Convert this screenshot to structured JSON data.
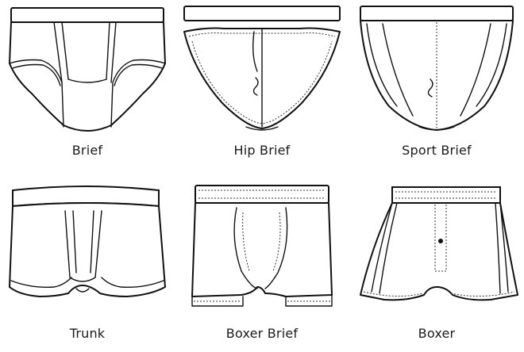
{
  "garments": [
    {
      "label": "Brief"
    },
    {
      "label": "Hip Brief"
    },
    {
      "label": "Sport Brief"
    },
    {
      "label": "Trunk"
    },
    {
      "label": "Boxer Brief"
    },
    {
      "label": "Boxer"
    }
  ]
}
